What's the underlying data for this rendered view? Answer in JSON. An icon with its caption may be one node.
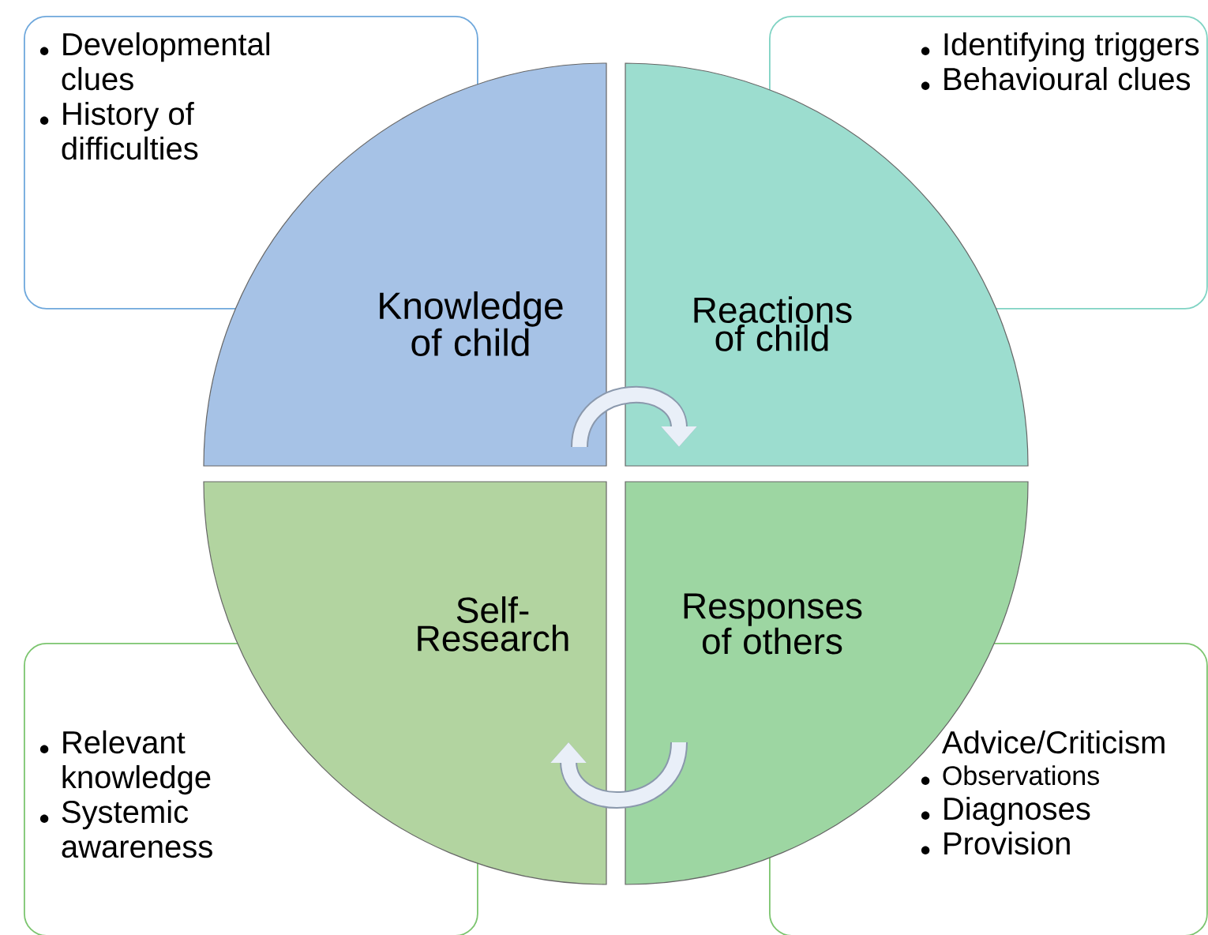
{
  "diagram": {
    "nodes": [
      {
        "text": [
          "Developmental clues",
          "History of difficulties"
        ]
      },
      {
        "text": [
          "Identifying triggers",
          "Behavioural clues"
        ]
      },
      {
        "text": [
          "Knowledge of child"
        ]
      },
      {
        "text": [
          "Reactions of child"
        ]
      },
      {
        "text": [
          "Self-Research"
        ]
      },
      {
        "text": [
          "Responses of others"
        ]
      },
      {
        "text": [
          "Relevant knowledge",
          "Systemic awareness"
        ]
      },
      {
        "text": [
          "Advice/Criticism",
          "Observations",
          "Diagnoses",
          "Provision"
        ]
      }
    ],
    "edges": [
      {
        "from": 2,
        "to": 3,
        "arrow": "to"
      },
      {
        "from": 5,
        "to": 4,
        "arrow": "to"
      }
    ]
  }
}
